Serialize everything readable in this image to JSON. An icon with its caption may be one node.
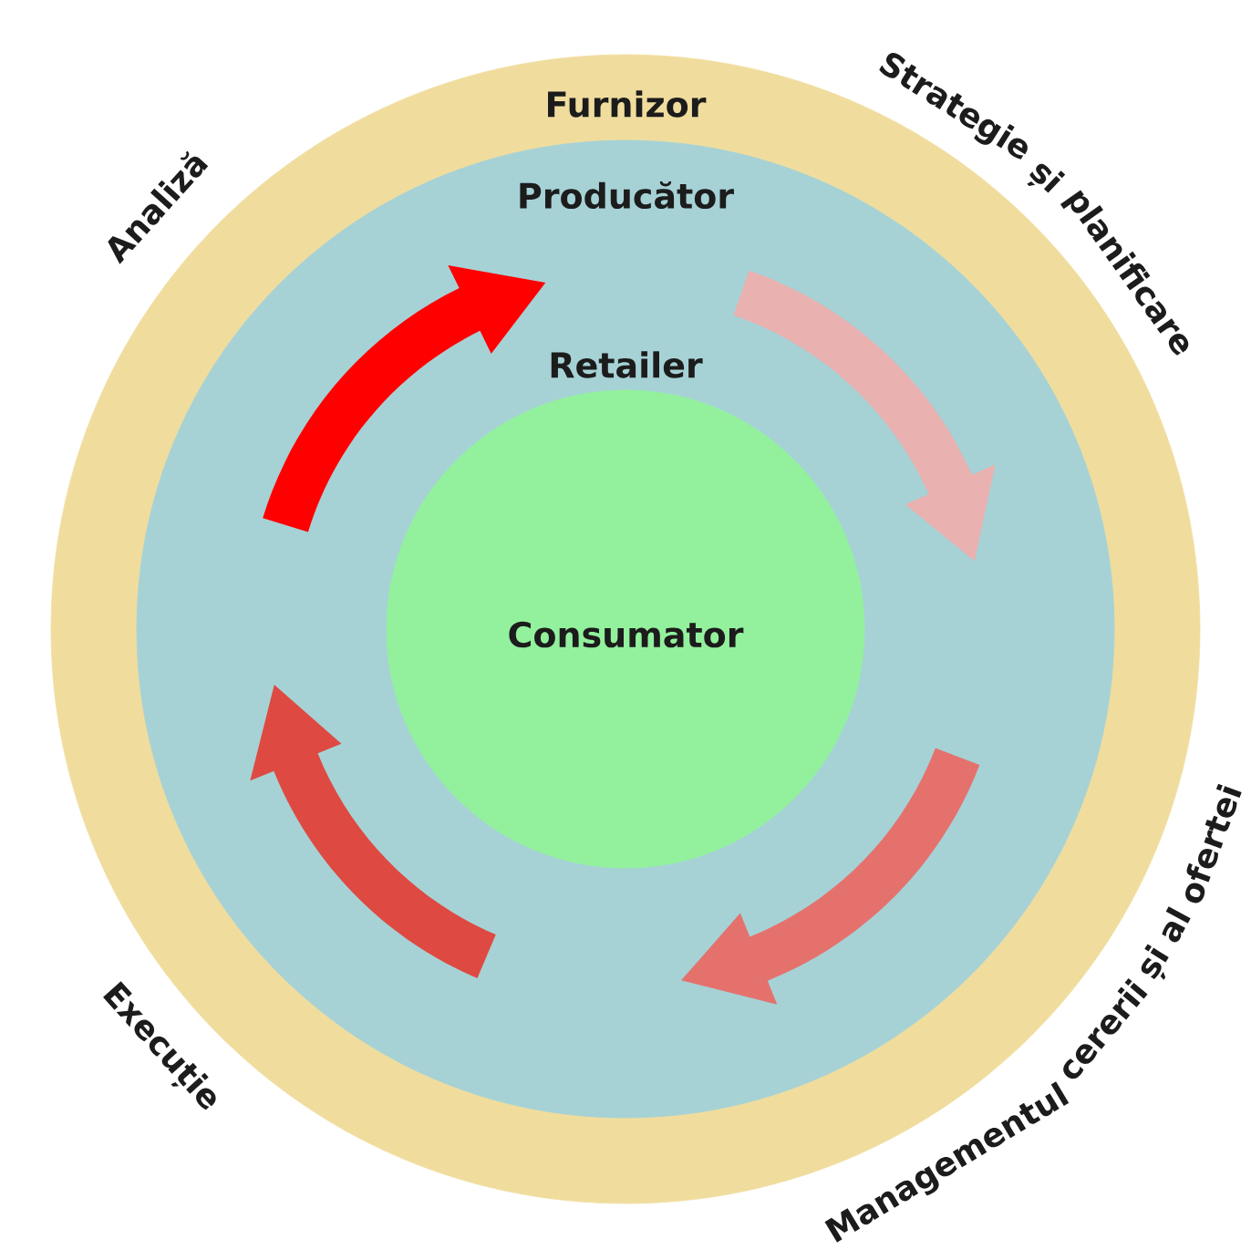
{
  "diagram": {
    "nodes": [
      {
        "text": [
          "Furnizor"
        ]
      },
      {
        "text": [
          "Producător",
          "Retailer"
        ],
        "in": 0
      },
      {
        "text": [
          "Consumator"
        ],
        "in": 1
      }
    ],
    "labels": [
      "Analiză",
      "Strategie și planificare",
      "Managementul cererii și al ofertei",
      "Execuție"
    ]
  }
}
